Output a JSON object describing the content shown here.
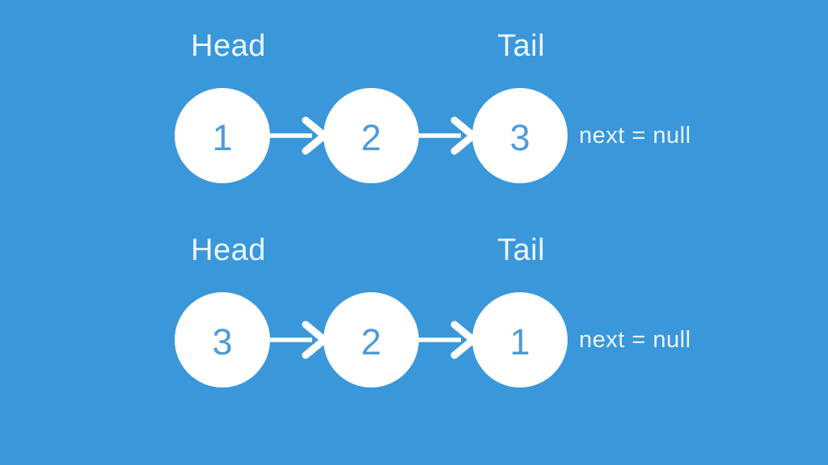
{
  "colors": {
    "background": "#3997da",
    "node_fill": "#ffffff",
    "node_text": "#4c9bd7",
    "label_text": "#ecf5fc",
    "arrow": "#ffffff"
  },
  "rows": [
    {
      "head_label": "Head",
      "tail_label": "Tail",
      "nodes": [
        "1",
        "2",
        "3"
      ],
      "tail_annotation": "next = null"
    },
    {
      "head_label": "Head",
      "tail_label": "Tail",
      "nodes": [
        "3",
        "2",
        "1"
      ],
      "tail_annotation": "next = null"
    }
  ]
}
